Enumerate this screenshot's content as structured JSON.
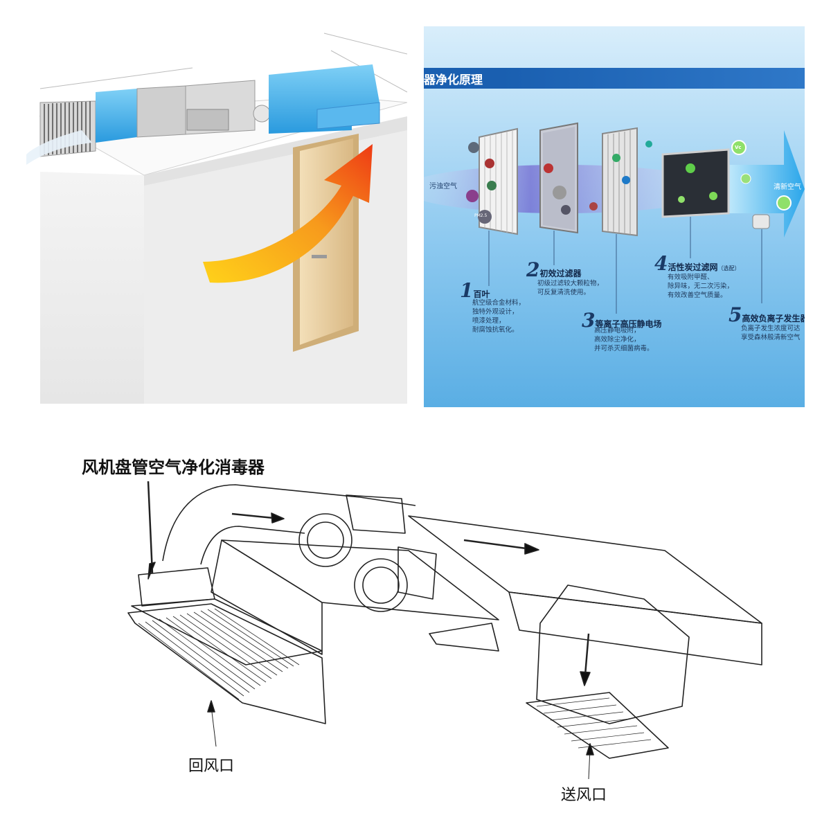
{
  "panel_purifier": {
    "title": "器净化原理",
    "dirty_air_label": "污浊空气",
    "clean_air_label": "清新空气",
    "stages": [
      {
        "num": "1",
        "title": "百叶",
        "note": "",
        "desc": "航空级合金材料，\n独特外观设计，\n喷漆处理，\n耐腐蚀抗氧化。"
      },
      {
        "num": "2",
        "title": "初效过滤器",
        "note": "",
        "desc": "初级过滤较大颗粒物，\n可反复清洗使用。"
      },
      {
        "num": "3",
        "title": "等离子高压静电场",
        "note": "",
        "desc": "高压静电吸附，\n高效除尘净化，\n并可杀灭细菌病毒。"
      },
      {
        "num": "4",
        "title": "活性炭过滤网",
        "note": "（选配）",
        "desc": "有效吸附甲醛、\n除异味，无二次污染，\n有效改善空气质量。"
      },
      {
        "num": "5",
        "title": "高效负离子发生器",
        "note": "",
        "desc": "负离子发生浓度可达\n享受森林般清新空气"
      }
    ],
    "particle_labels": [
      "PM2.5",
      "Vc"
    ]
  },
  "panel_diagram": {
    "device_label": "风机盘管空气净化消毒器",
    "return_label": "回风口",
    "supply_label": "送风口"
  },
  "colors": {
    "duct_blue": "#3aa8e6",
    "banner_blue": "#1a5fb0",
    "arrow_orange": "#f26a1b",
    "arrow_yellow": "#ffd21a",
    "door": "#e8cfa0"
  }
}
